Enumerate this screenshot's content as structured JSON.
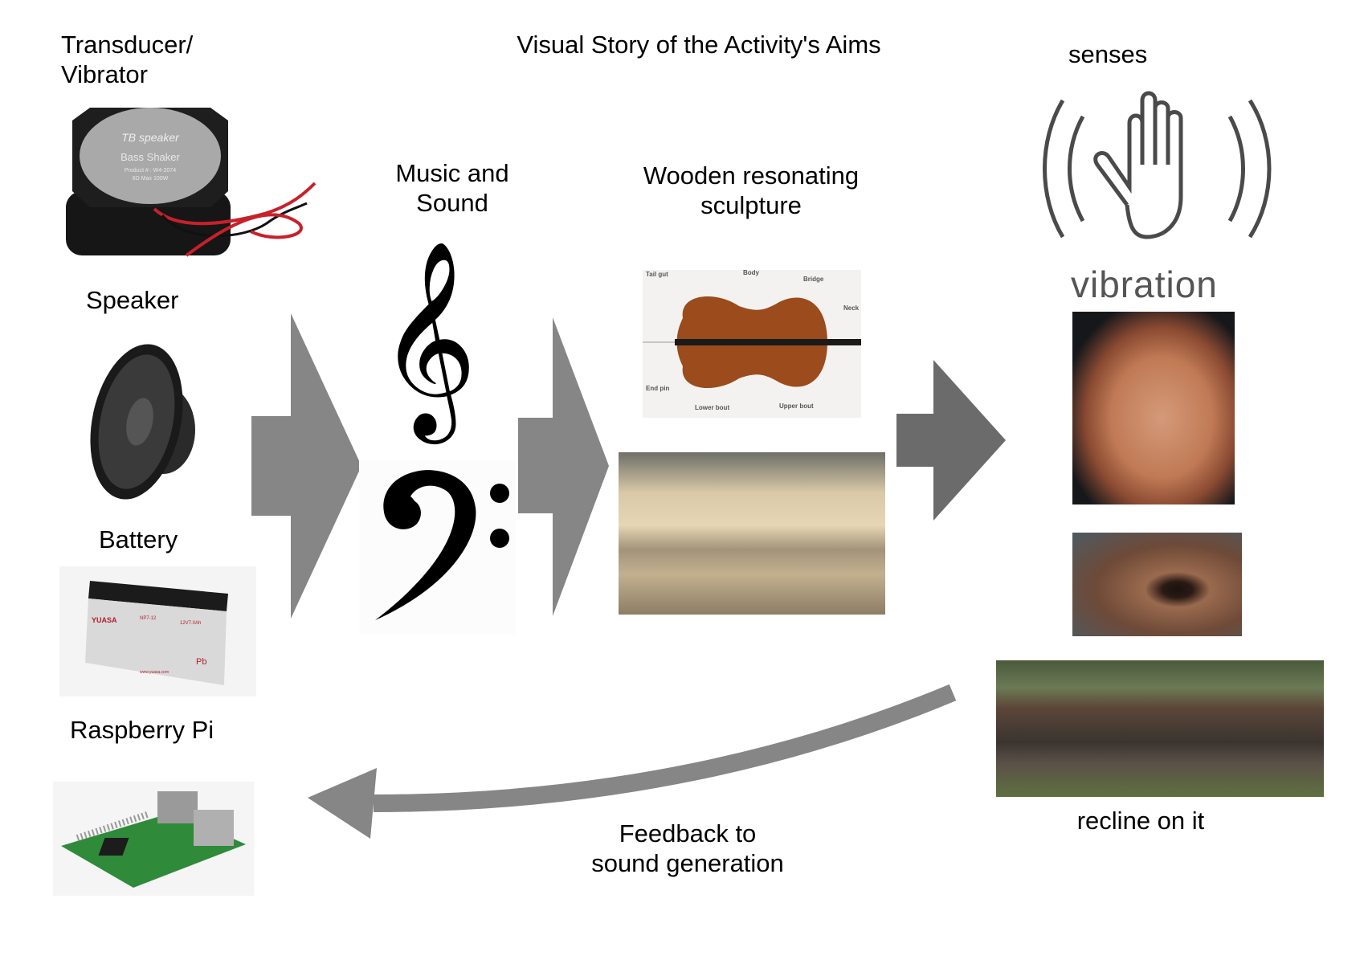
{
  "title": "Visual Story of the Activity's Aims",
  "hardware": {
    "transducer_label_line1": "Transducer/",
    "transducer_label_line2": "Vibrator",
    "transducer_image": {
      "brand": "TB speaker",
      "line1": "Bass Shaker",
      "line2": "Product # : W4-2074",
      "line3": "8Ω  Max 100W"
    },
    "speaker_label": "Speaker",
    "battery_label": "Battery",
    "battery_image": {
      "brand": "YUASA",
      "model": "NP7-12",
      "rating": "12V7.0Ah",
      "mark": "Pb",
      "url_text": "www.yuasa.com"
    },
    "raspberry_pi_label": "Raspberry Pi"
  },
  "music": {
    "label_line1": "Music and",
    "label_line2": "Sound",
    "treble_clef_glyph": "𝄞",
    "bass_clef_glyph": "𝄢"
  },
  "sculpture": {
    "label_line1": "Wooden resonating",
    "label_line2": "sculpture",
    "cello_labels": [
      "Tail gut",
      "Body",
      "Bridge",
      "Neck",
      "End pin",
      "Lower bout",
      "Upper bout"
    ]
  },
  "senses": {
    "label": "senses",
    "vibration_text": "vibration",
    "recline_label": "recline on it"
  },
  "feedback": {
    "label_line1": "Feedback to",
    "label_line2": "sound generation"
  },
  "colors": {
    "arrow_light": "#868686",
    "arrow_dark": "#6b6b6b",
    "icon_stroke": "#4a4a4a",
    "cable_red": "#c8202a"
  }
}
